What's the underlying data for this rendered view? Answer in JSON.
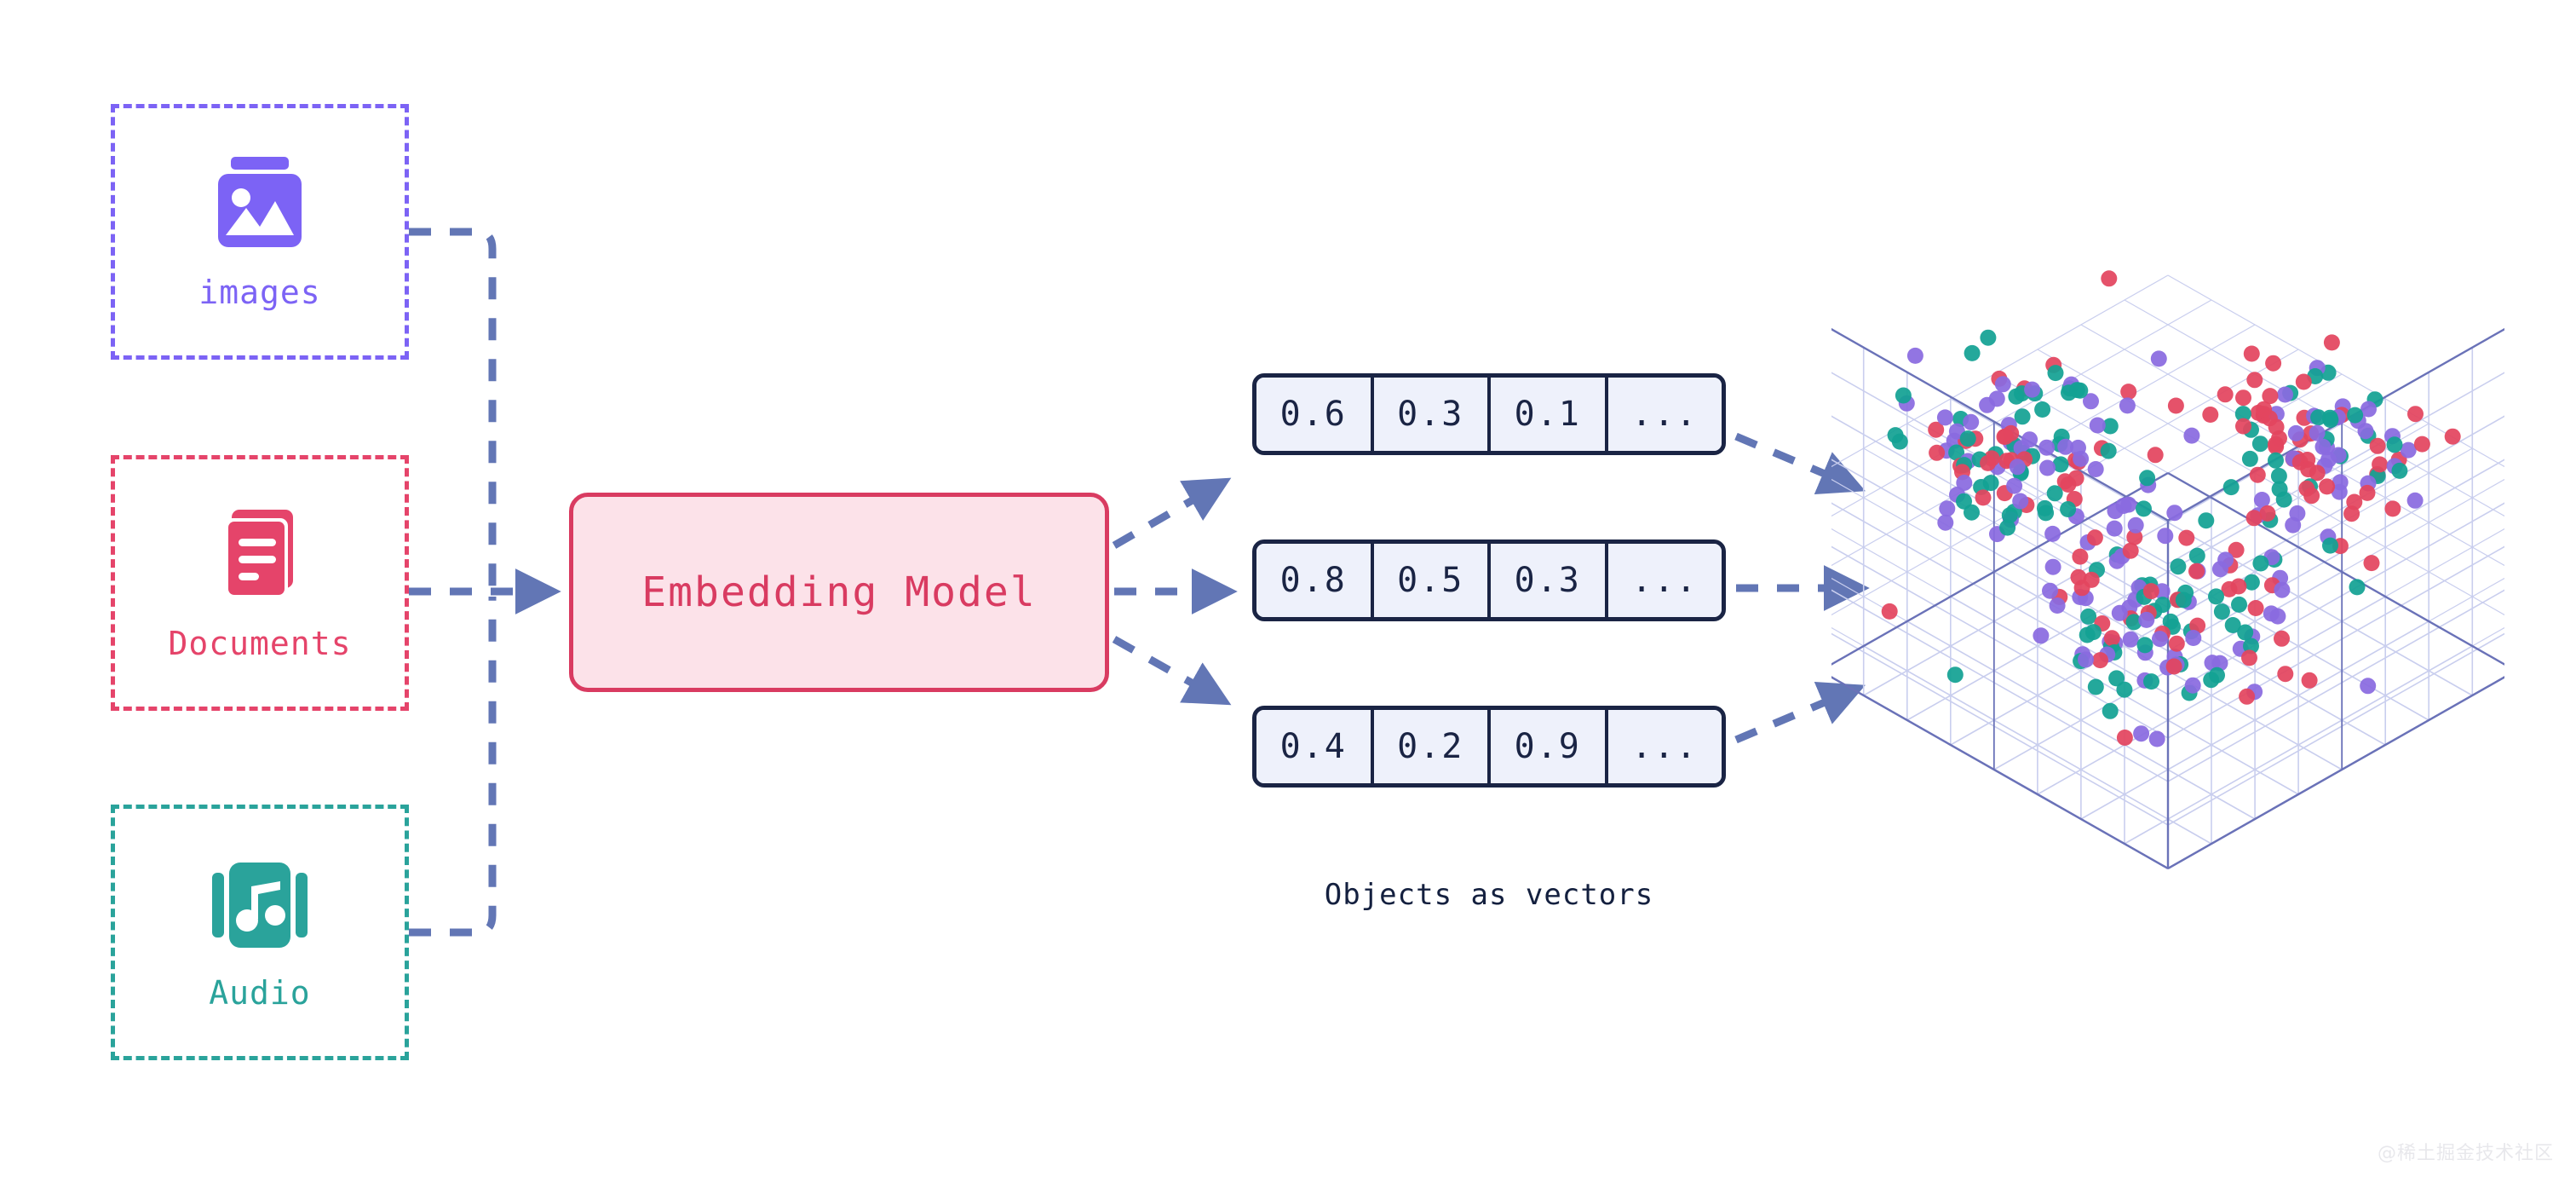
{
  "palette": {
    "images": "#7C63F5",
    "documents": "#E5446A",
    "audio": "#2AA39B",
    "model_border": "#D93B61",
    "model_fill": "#FCE2E9",
    "vector_border": "#1A2444",
    "vector_fill": "#EEF1FB",
    "connector": "#6276B5",
    "grid_light": "#C9CEEE",
    "grid_dark": "#6A72B8",
    "dot_red": "#E3455F",
    "dot_teal": "#13A193",
    "dot_purple": "#8A6BE0",
    "background": "#FFFFFF",
    "watermark": "#E8E8EC"
  },
  "sources": [
    {
      "id": "images",
      "label": "images",
      "icon": "image-icon",
      "color": "#7C63F5"
    },
    {
      "id": "documents",
      "label": "Documents",
      "icon": "documents-icon",
      "color": "#E5446A"
    },
    {
      "id": "audio",
      "label": "Audio",
      "icon": "audio-icon",
      "color": "#2AA39B"
    }
  ],
  "model": {
    "label": "Embedding Model"
  },
  "vectors": {
    "caption": "Objects as vectors",
    "rows": [
      {
        "cells": [
          "0.6",
          "0.3",
          "0.1",
          "..."
        ]
      },
      {
        "cells": [
          "0.8",
          "0.5",
          "0.3",
          "..."
        ]
      },
      {
        "cells": [
          "0.4",
          "0.2",
          "0.9",
          "..."
        ]
      }
    ]
  },
  "vector_space": {
    "name": "3d-vector-space-cube",
    "grid_divisions": 8,
    "dot_colors": [
      "#E3455F",
      "#13A193",
      "#8A6BE0"
    ],
    "dot_count": 360
  },
  "watermark": {
    "text": "@稀土掘金技术社区"
  }
}
